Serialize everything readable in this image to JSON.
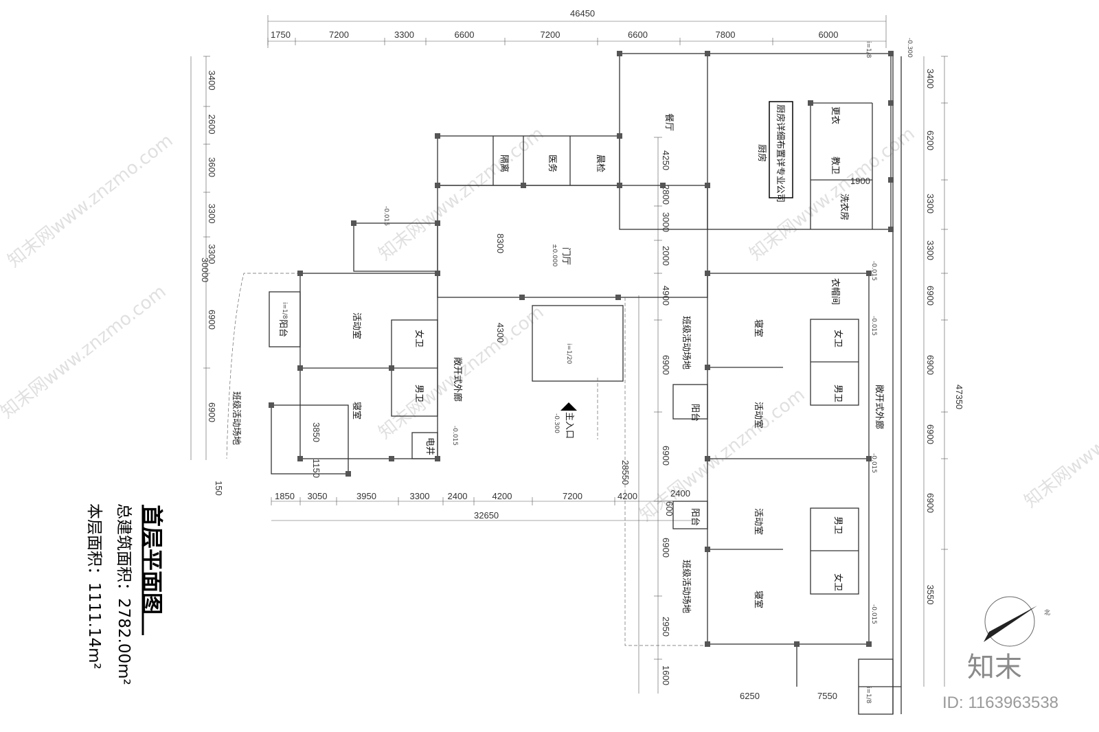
{
  "title": "首层平面图",
  "total_area": "总建筑面积：2782.00m²",
  "floor_area": "本层面积：1111.14m²",
  "id_text": "ID: 1163963538",
  "logo_text": "知末",
  "watermark": "知末网www.znzmo.com",
  "kitchen_note": "厨房详细布置详专业公司",
  "dims_top": [
    "1750",
    "7200",
    "3300",
    "6600",
    "7200",
    "6600",
    "7800",
    "6000"
  ],
  "dim_total_top": "46450",
  "dims_left": [
    "3400",
    "2600",
    "3600",
    "3300",
    "3300",
    "6900",
    "6900"
  ],
  "dim_total_left": "30000",
  "dims_right": [
    "3400",
    "6200",
    "3300",
    "3300",
    "6900",
    "6900",
    "6900",
    "6900",
    "3550"
  ],
  "dim_total_right": "47350",
  "dims_bottom": [
    "1850",
    "3050",
    "3950",
    "3300",
    "2400",
    "4200",
    "7200",
    "4200"
  ],
  "dim_total_bottom": "32650",
  "dims_mid_vertical": [
    "4250",
    "2800",
    "3000",
    "2000",
    "4900",
    "6900",
    "6900",
    "6900",
    "2950",
    "1600"
  ],
  "dim_28550": "28550",
  "dim_8300": "8300",
  "dim_4300": "4300",
  "dim_3850": "3850",
  "dim_1150": "1150",
  "dim_150": "150",
  "dim_1900": "1900",
  "dim_6250": "6250",
  "dim_7550": "7550",
  "dim_2400b": "2400",
  "dim_600": "600",
  "rooms": {
    "dining": "餐厅",
    "kitchen": "厨房",
    "changing": "更衣",
    "staff_wc": "教卫",
    "laundry": "洗衣房",
    "isolation": "隔离",
    "medical": "医务",
    "morning_check": "晨检",
    "hall": "门厅",
    "main_entry": "主入口",
    "activity": "活动室",
    "bedroom": "寝室",
    "female_wc": "女卫",
    "male_wc": "男卫",
    "corridor": "敞开式外廊",
    "balcony": "阳台",
    "class_yard": "班级活动场地",
    "elec_shaft": "电井",
    "cloak": "衣帽间"
  },
  "levels": {
    "zero": "±0.000",
    "minus015": "-0.015",
    "minus300": "-0.300",
    "slope18": "i=1/8",
    "slope120": "i=1/20"
  }
}
